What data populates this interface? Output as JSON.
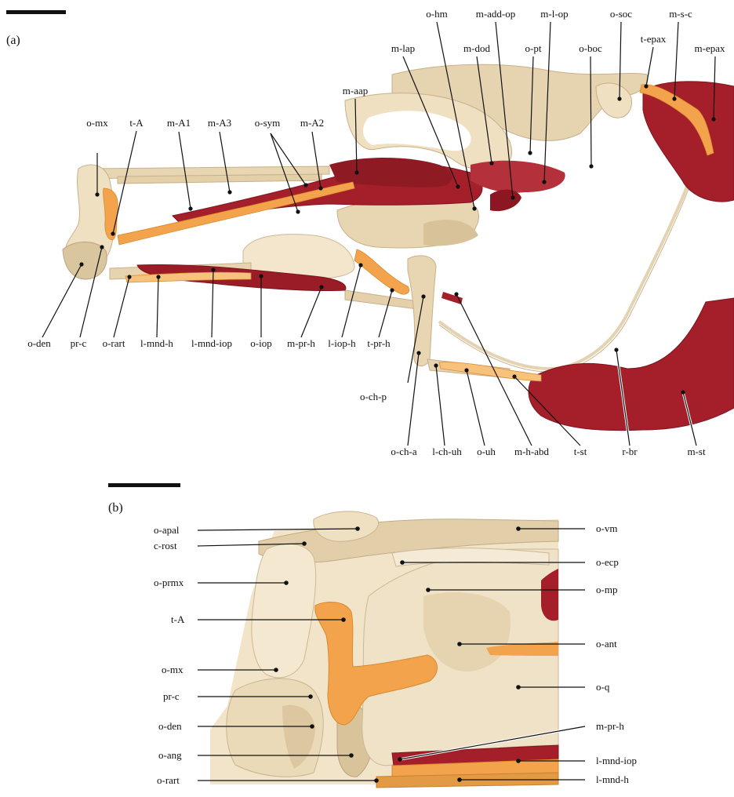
{
  "panels": {
    "a": {
      "label": "(a)"
    },
    "b": {
      "label": "(b)"
    }
  },
  "colors": {
    "bone": "#ecdcbc",
    "bone_shade": "#d9c59e",
    "bone_dark": "#c8b08a",
    "muscle": "#a51f2a",
    "muscle_dark": "#7e1420",
    "tendon": "#f3a34b",
    "tendon_light": "#f7c27c",
    "background": "#ffffff",
    "ink": "#111111"
  },
  "labels_a": [
    "o-mx",
    "t-A",
    "m-A1",
    "m-A3",
    "o-sym",
    "m-A2",
    "m-aap",
    "m-lap",
    "o-hm",
    "m-dod",
    "m-add-op",
    "o-pt",
    "m-l-op",
    "o-boc",
    "o-soc",
    "t-epax",
    "m-s-c",
    "m-epax",
    "o-den",
    "pr-c",
    "o-rart",
    "l-mnd-h",
    "l-mnd-iop",
    "o-iop",
    "m-pr-h",
    "l-iop-h",
    "t-pr-h",
    "o-ch-p",
    "o-ch-a",
    "l-ch-uh",
    "o-uh",
    "m-h-abd",
    "t-st",
    "r-br",
    "m-st"
  ],
  "labels_b": [
    "o-apal",
    "c-rost",
    "o-prmx",
    "t-A",
    "o-mx",
    "pr-c",
    "o-den",
    "o-ang",
    "o-rart",
    "o-vm",
    "o-ecp",
    "o-mp",
    "o-ant",
    "o-q",
    "m-pr-h",
    "l-mnd-iop",
    "l-mnd-h"
  ]
}
